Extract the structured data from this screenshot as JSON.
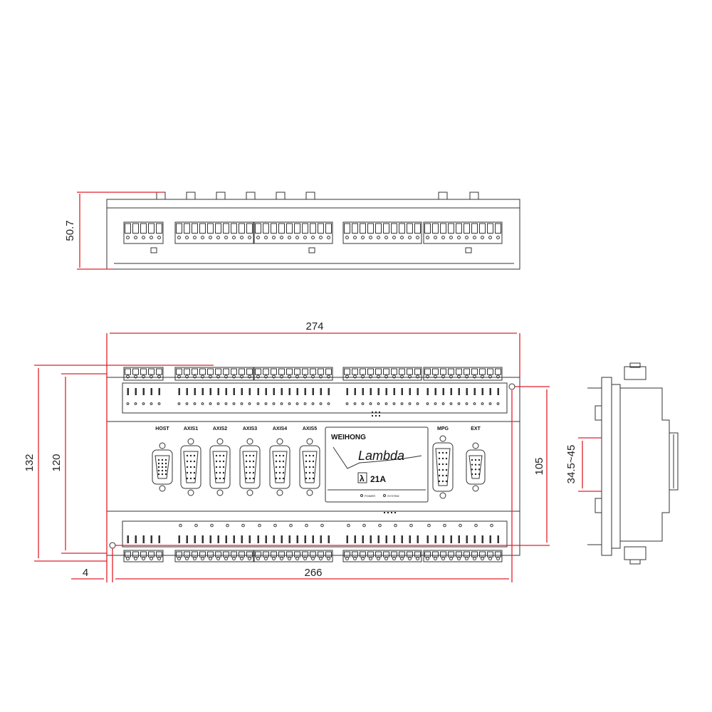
{
  "dimensions": {
    "top_height": "50.7",
    "total_width": "274",
    "mount_width": "266",
    "edge_offset": "4",
    "total_height": "132",
    "body_height": "120",
    "mount_height": "105",
    "side_range": "34.5~45"
  },
  "ports": [
    "HOST",
    "AXIS1",
    "AXIS2",
    "AXIS3",
    "AXIS4",
    "AXIS5",
    "MPG",
    "EXT"
  ],
  "panel": {
    "brand": "WEIHONG",
    "model": "Lambda",
    "code": "21A",
    "leds": [
      "POWER",
      "SYSTEM"
    ]
  },
  "colors": {
    "dimension": "#e0202a",
    "outline": "#333333"
  }
}
